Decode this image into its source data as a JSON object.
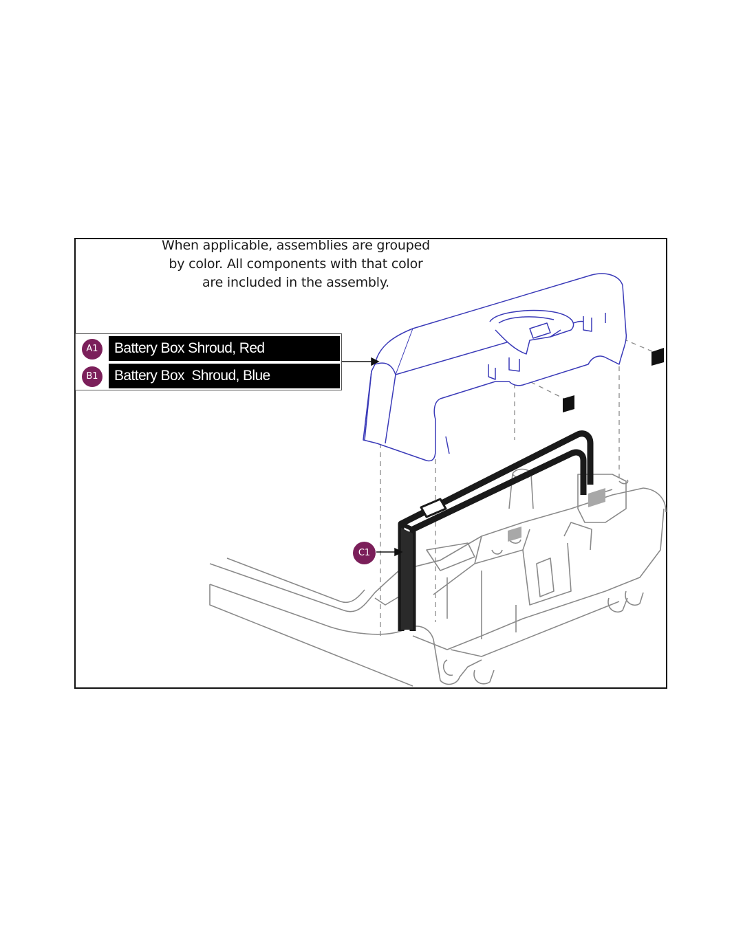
{
  "note": {
    "line1": "When applicable, assemblies are grouped",
    "line2": "by color. All components with that color",
    "line3": "are included in the assembly."
  },
  "legend": [
    {
      "badge": "A1",
      "label": "Battery Box Shroud, Red"
    },
    {
      "badge": "B1",
      "label": "Battery Box  Shroud, Blue"
    }
  ],
  "callout": {
    "badge": "C1"
  },
  "colors": {
    "badge": "#7b1f5a",
    "shroud_outline": "#3a3ab8",
    "strap": "#1a1a1a",
    "base_outline": "#888888"
  }
}
